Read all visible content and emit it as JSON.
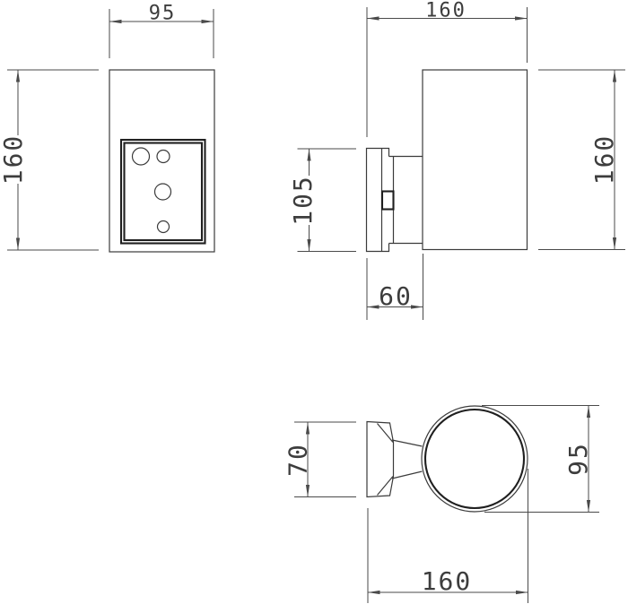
{
  "views": {
    "front": {
      "width_label": "95",
      "height_label": "160"
    },
    "side": {
      "depth_label": "160",
      "height_label": "160",
      "plate_height_label": "105",
      "bracket_depth_label": "60"
    },
    "top": {
      "plate_width_label": "70",
      "body_diameter_label": "95",
      "total_depth_label": "160"
    }
  },
  "colors": {
    "object_line": "#3b3b3b",
    "emphasis_line": "#1f1f1f",
    "dimension_line": "#4a4a4a",
    "label_text": "#3d3d3d",
    "background": "#ffffff"
  }
}
